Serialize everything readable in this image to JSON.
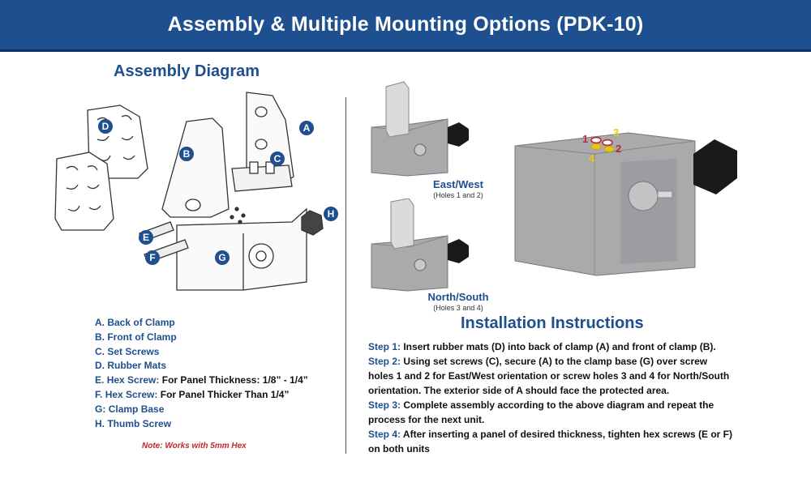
{
  "header": {
    "title": "Assembly & Multiple Mounting Options (PDK-10)"
  },
  "assembly": {
    "title": "Assembly Diagram",
    "callouts": [
      "A",
      "B",
      "C",
      "D",
      "E",
      "F",
      "G",
      "H"
    ],
    "parts": [
      {
        "key": "A.",
        "label": "Back of Clamp",
        "detail": ""
      },
      {
        "key": "B.",
        "label": "Front of Clamp",
        "detail": ""
      },
      {
        "key": "C.",
        "label": "Set Screws",
        "detail": ""
      },
      {
        "key": "D.",
        "label": "Rubber Mats",
        "detail": ""
      },
      {
        "key": "E.",
        "label": "Hex Screw:",
        "detail": "For Panel Thickness: 1/8” - 1/4”"
      },
      {
        "key": "F.",
        "label": "Hex Screw:",
        "detail": "For Panel Thicker Than 1/4”"
      },
      {
        "key": "G:",
        "label": "Clamp Base",
        "detail": ""
      },
      {
        "key": "H.",
        "label": "Thumb Screw",
        "detail": ""
      }
    ],
    "note": "Note: Works with 5mm Hex"
  },
  "orientations": {
    "east_west": {
      "label": "East/West",
      "sub": "(Holes 1 and 2)"
    },
    "north_south": {
      "label": "North/South",
      "sub": "(Holes 3 and 4)"
    },
    "holes": [
      {
        "num": "1",
        "color": "#c0272d"
      },
      {
        "num": "2",
        "color": "#c0272d"
      },
      {
        "num": "3",
        "color": "#e8c619"
      },
      {
        "num": "4",
        "color": "#e8c619"
      }
    ]
  },
  "installation": {
    "title": "Installation Instructions",
    "steps": [
      {
        "label": "Step 1:",
        "text": " Insert rubber mats (D) into back of clamp (A) and front of clamp (B)."
      },
      {
        "label": "Step 2:",
        "text": " Using set screws (C), secure (A) to the clamp base (G) over screw holes 1 and 2 for East/West orientation or screw holes 3 and 4 for North/South orientation. The exterior side of A should face the protected area."
      },
      {
        "label": "Step 3:",
        "text": " Complete assembly according to the above diagram  and repeat the process for the next unit."
      },
      {
        "label": "Step 4:",
        "text": " After inserting a panel of desired thickness, tighten hex screws (E or F) on both units"
      }
    ]
  },
  "colors": {
    "brand_blue": "#1e4f8f",
    "note_red": "#c0272d",
    "metal": "#a9aaac"
  }
}
